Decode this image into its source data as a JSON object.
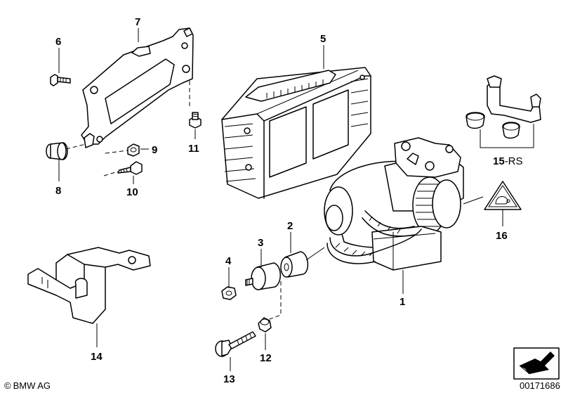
{
  "labels": {
    "p1": "1",
    "p2": "2",
    "p3": "3",
    "p4": "4",
    "p5": "5",
    "p6": "6",
    "p7": "7",
    "p8": "8",
    "p9": "9",
    "p10": "10",
    "p11": "11",
    "p12": "12",
    "p13": "13",
    "p14": "14",
    "p15": "15",
    "p15_suffix": "-RS",
    "p16": "16"
  },
  "footer": {
    "copyright_symbol": "©",
    "brand": "BMW AG",
    "diagram_id": "00171686"
  }
}
